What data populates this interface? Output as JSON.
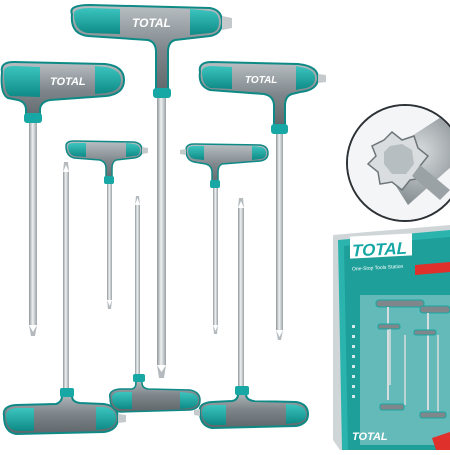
{
  "brand": {
    "logo_text": "TOTAL",
    "colors": {
      "teal": "#17a7a4",
      "dark_teal": "#0d7f7c",
      "grey_handle": "#8e969b",
      "steel": "#c9ced1",
      "package_teal": "#22b3ad",
      "package_red": "#e0302b"
    }
  },
  "package": {
    "logo_text": "TOTAL",
    "tagline": "One-Stop Tools Station"
  },
  "icons": {
    "detail_circle": "torx-tip-closeup-icon",
    "torx_tip": "torx-star-icon"
  }
}
